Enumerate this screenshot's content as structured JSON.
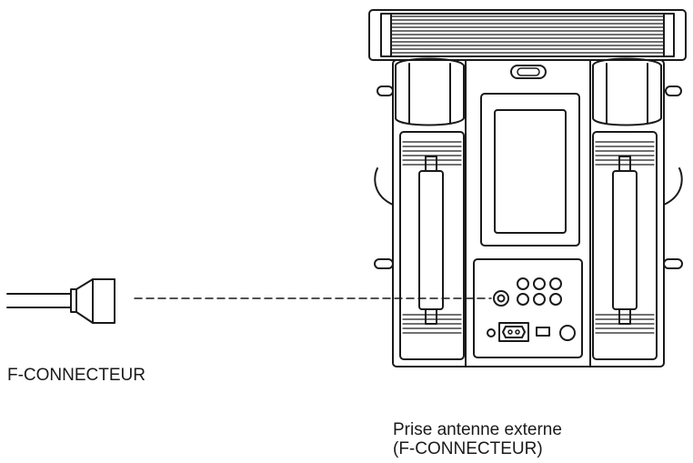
{
  "labels": {
    "connector": "F-CONNECTEUR",
    "antenna_line1": "Prise antenne externe",
    "antenna_line2": "(F-CONNECTEUR)"
  },
  "colors": {
    "line": "#1a1a1a",
    "background": "#ffffff"
  }
}
